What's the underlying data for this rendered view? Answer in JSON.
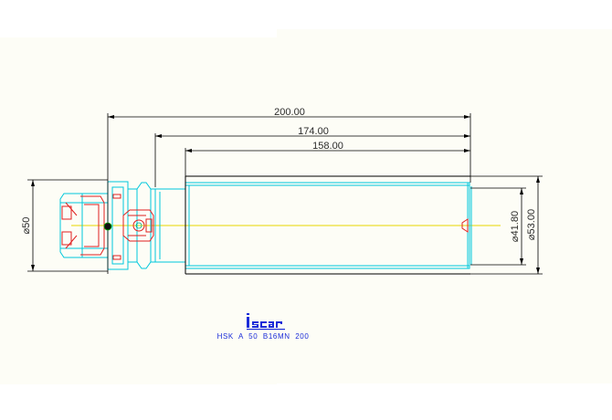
{
  "drawing": {
    "dimensions": {
      "overall_length": "200.00",
      "length_2": "174.00",
      "length_3": "158.00",
      "flange_diameter": "⌀50",
      "bore_diameter": "⌀41.80",
      "body_diameter": "⌀53.00"
    },
    "part_designation": "HSK  A  50  B16MN  200",
    "logo_text": "iscar",
    "colors": {
      "background": "#fdfdf6",
      "outline": "#000000",
      "hidden": "#00c8dc",
      "cross_section": "#e02020",
      "centerline": "#e6d800",
      "label": "#1a2bd8"
    }
  }
}
